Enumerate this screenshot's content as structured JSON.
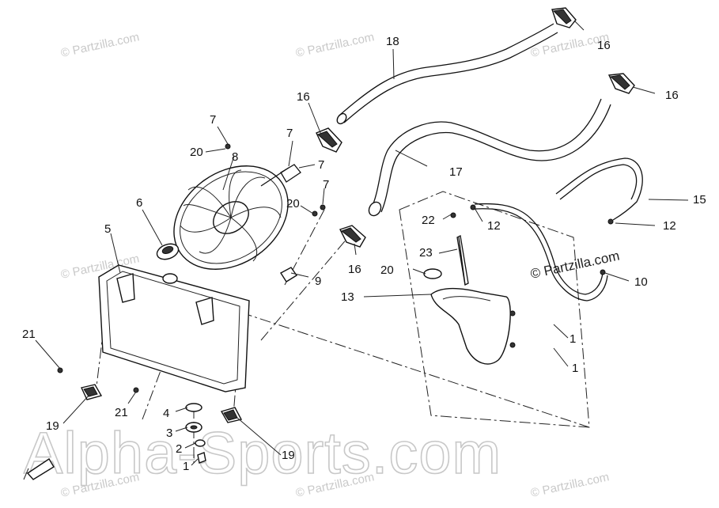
{
  "watermark": {
    "small": "© Partzilla.com",
    "main": "© Partzilla.com",
    "banner": "Alpha-Sports.com"
  },
  "callouts": {
    "c1a": "1",
    "c1b": "1",
    "c1c": "1",
    "c2": "2",
    "c3": "3",
    "c4": "4",
    "c5": "5",
    "c6": "6",
    "c7a": "7",
    "c7b": "7",
    "c7c": "7",
    "c7d": "7",
    "c8": "8",
    "c9": "9",
    "c10": "10",
    "c12a": "12",
    "c12b": "12",
    "c13": "13",
    "c15": "15",
    "c16a": "16",
    "c16b": "16",
    "c16c": "16",
    "c16d": "16",
    "c17": "17",
    "c18": "18",
    "c19a": "19",
    "c19b": "19",
    "c20a": "20",
    "c20b": "20",
    "c20c": "20",
    "c21a": "21",
    "c21b": "21",
    "c22": "22",
    "c23": "23"
  }
}
